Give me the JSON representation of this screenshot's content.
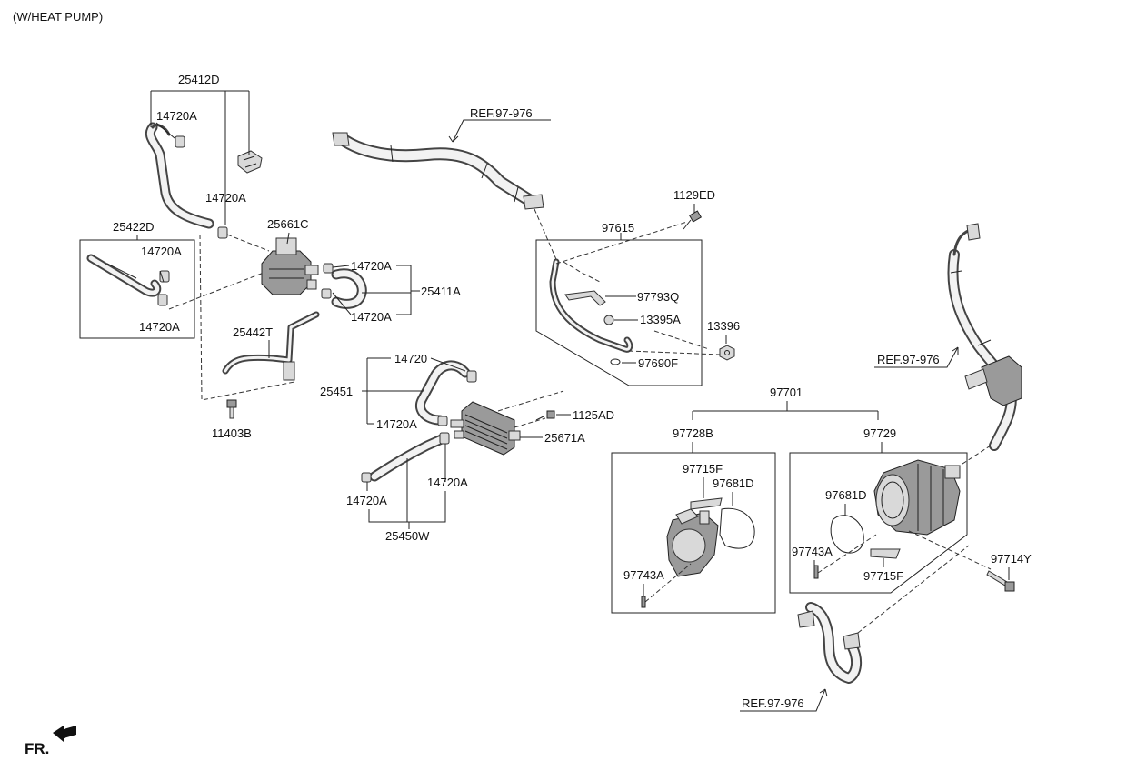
{
  "header": {
    "title": "(W/HEAT PUMP)"
  },
  "fr_label": "FR.",
  "labels": {
    "l_25412D": "25412D",
    "l_14720A_a": "14720A",
    "l_14720A_b": "14720A",
    "l_25422D": "25422D",
    "l_14720A_c": "14720A",
    "l_14720A_d": "14720A",
    "l_25661C": "25661C",
    "l_14720A_e": "14720A",
    "l_25411A": "25411A",
    "l_14720A_f": "14720A",
    "l_25442T": "25442T",
    "l_11403B": "11403B",
    "l_ref_top": "REF.97-976",
    "l_1129ED": "1129ED",
    "l_97615": "97615",
    "l_97793Q": "97793Q",
    "l_13395A": "13395A",
    "l_13396": "13396",
    "l_97690F": "97690F",
    "l_14720": "14720",
    "l_25451": "25451",
    "l_14720A_g": "14720A",
    "l_1125AD": "1125AD",
    "l_25671A": "25671A",
    "l_14720A_h": "14720A",
    "l_14720A_i": "14720A",
    "l_25450W": "25450W",
    "l_97701": "97701",
    "l_97728B": "97728B",
    "l_97729": "97729",
    "l_97715F_a": "97715F",
    "l_97681D_a": "97681D",
    "l_97743A_a": "97743A",
    "l_97681D_b": "97681D",
    "l_97743A_b": "97743A",
    "l_97715F_b": "97715F",
    "l_97714Y": "97714Y",
    "l_ref_right": "REF.97-976",
    "l_ref_bottom": "REF.97-976"
  },
  "icons": {
    "fr_arrow": "front-direction-arrow-icon"
  }
}
